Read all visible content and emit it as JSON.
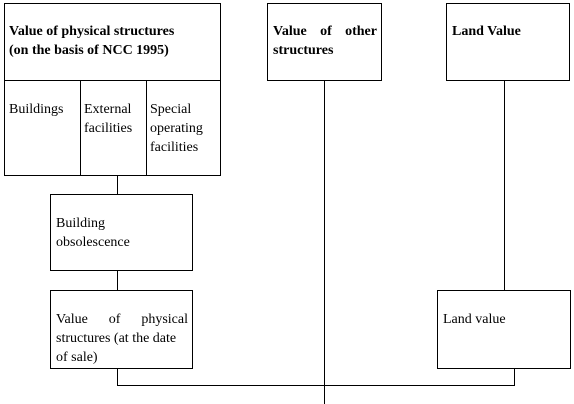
{
  "physical_structures": {
    "title_line1": "Value of physical structures",
    "title_line2": "(on the basis of NCC 1995)",
    "components": [
      {
        "line1": "Buildings",
        "line2": "",
        "line3": ""
      },
      {
        "line1": "External",
        "line2": "facilities",
        "line3": ""
      },
      {
        "line1": "Special",
        "line2": "operating",
        "line3": "facilities"
      }
    ]
  },
  "other_structures": {
    "line1_word1": "Value",
    "line1_word2": "of",
    "line1_word3": "other",
    "line2": "structures"
  },
  "land_value_header": {
    "label": "Land Value"
  },
  "building_obsolescence": {
    "line1": "Building",
    "line2": "obsolescence"
  },
  "physical_structures_at_sale": {
    "line1_word1": "Value",
    "line1_word2": "of",
    "line1_word3": "physical",
    "line2": "structures (at the date",
    "line3": "of sale)"
  },
  "land_value_box": {
    "label": "Land value"
  }
}
